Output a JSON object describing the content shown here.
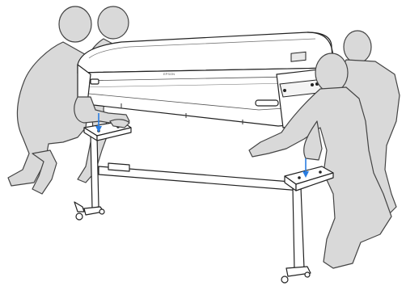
{
  "illustration": {
    "brand_mark": "EPSON",
    "colors": {
      "person_fill": "#d9d9d9",
      "person_stroke": "#444444",
      "printer_fill": "#ffffff",
      "printer_stroke": "#222222",
      "arrow": "#2a7de1",
      "panel_screen": "#e8e8e8"
    },
    "people_count": 4,
    "arrow_count": 2
  }
}
